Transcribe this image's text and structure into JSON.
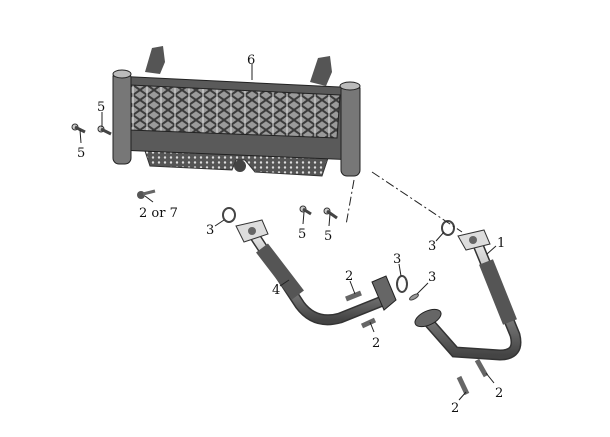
{
  "labels": {
    "cooler": "6",
    "bolt_5_a": "5",
    "bolt_5_b": "5",
    "bolt_2or7": "2 or 7",
    "oring_3_left": "3",
    "bolt_5_c": "5",
    "bolt_5_d": "5",
    "oring_3_right": "3",
    "pipe_1": "1",
    "oring_3_mid": "3",
    "bolt_2_a": "2",
    "oring_3_small": "3",
    "pipe_4": "4",
    "bolt_2_b": "2",
    "bolt_2_c": "2",
    "bolt_2_d": "2"
  },
  "colors": {
    "part": "#6e6e6e",
    "part_light": "#b8b8b8",
    "part_dark": "#3a3a3a"
  }
}
